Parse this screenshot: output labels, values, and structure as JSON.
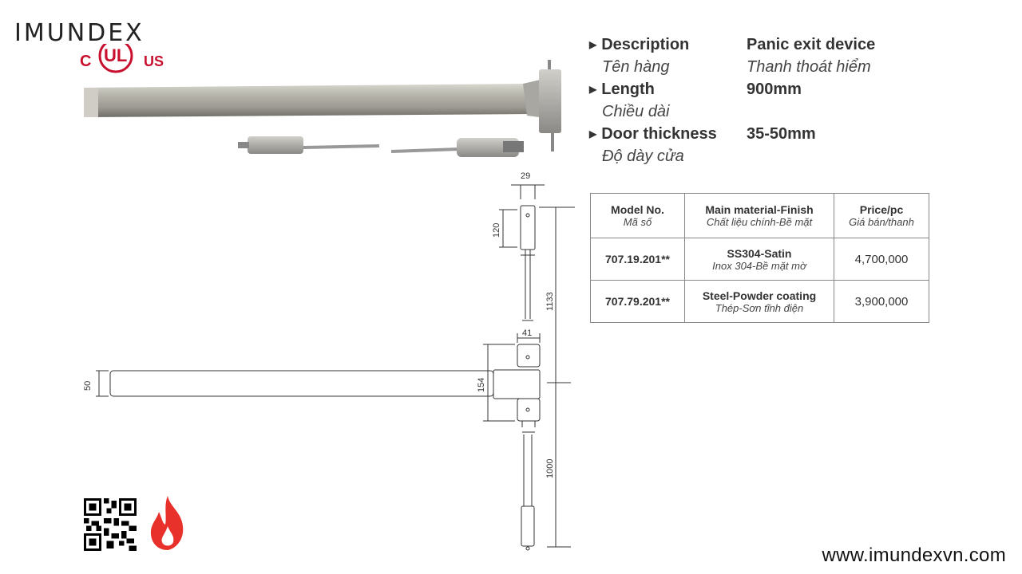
{
  "brand": {
    "name": "IMUNDEX",
    "cert_left": "C",
    "cert_mark": "UL",
    "cert_right": "US"
  },
  "specs": [
    {
      "label": "Description",
      "value": "Panic exit device",
      "sub_label": "Tên hàng",
      "sub_value": "Thanh thoát hiểm"
    },
    {
      "label": "Length",
      "value": "900mm",
      "sub_label": "Chiều dài",
      "sub_value": ""
    },
    {
      "label": "Door thickness",
      "value": "35-50mm",
      "sub_label": "Độ dày cửa",
      "sub_value": ""
    }
  ],
  "table": {
    "headers": [
      {
        "title": "Model No.",
        "sub": "Mã số"
      },
      {
        "title": "Main material-Finish",
        "sub": "Chất liệu chính-Bề mặt"
      },
      {
        "title": "Price/pc",
        "sub": "Giá bán/thanh"
      }
    ],
    "rows": [
      {
        "model": "707.19.201**",
        "material": "SS304-Satin",
        "material_sub": "Inox 304-Bề mặt mờ",
        "price": "4,700,000"
      },
      {
        "model": "707.79.201**",
        "material": "Steel-Powder coating",
        "material_sub": "Thép-Sơn tĩnh điện",
        "price": "3,900,000"
      }
    ]
  },
  "dimensions": {
    "d29": "29",
    "d120": "120",
    "d1133": "1133",
    "d41": "41",
    "d50": "50",
    "d154": "154",
    "d1000": "1000"
  },
  "website": "www.imundexvn.com",
  "icons": {
    "qr": "qr-code-icon",
    "fire": "fire-icon"
  },
  "colors": {
    "fire": "#e8312a",
    "ul": "#c8102e"
  }
}
